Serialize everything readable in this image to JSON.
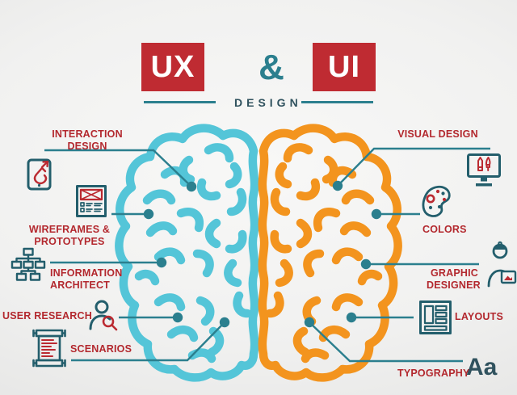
{
  "header": {
    "left_badge": "UX",
    "ampersand": "&",
    "right_badge": "UI",
    "subtitle": "DESIGN"
  },
  "ux_items": [
    {
      "label": "INTERACTION DESIGN",
      "icon": "tablet-touch-icon"
    },
    {
      "label": "WIREFRAMES &\nPROTOTYPES",
      "icon": "wireframe-icon"
    },
    {
      "label": "INFORMATION\nARCHITECT",
      "icon": "sitemap-icon"
    },
    {
      "label": "USER RESEARCH",
      "icon": "user-search-icon"
    },
    {
      "label": "SCENARIOS",
      "icon": "scroll-icon"
    }
  ],
  "ui_items": [
    {
      "label": "VISUAL DESIGN",
      "icon": "design-monitor-icon"
    },
    {
      "label": "COLORS",
      "icon": "palette-icon"
    },
    {
      "label": "GRAPHIC\nDESIGNER",
      "icon": "designer-person-icon"
    },
    {
      "label": "LAYOUTS",
      "icon": "layout-grid-icon"
    },
    {
      "label": "TYPOGRAPHY",
      "icon": "typography-sample",
      "sample": "Aa"
    }
  ],
  "colors": {
    "red": "#bf2b32",
    "label_red": "#b3282e",
    "icon_red": "#bb2a31",
    "brain_left": "#54c5d8",
    "brain_right": "#f3941e",
    "line": "#2b7f8e",
    "icon": "#235e6c",
    "dark": "#30525e"
  }
}
